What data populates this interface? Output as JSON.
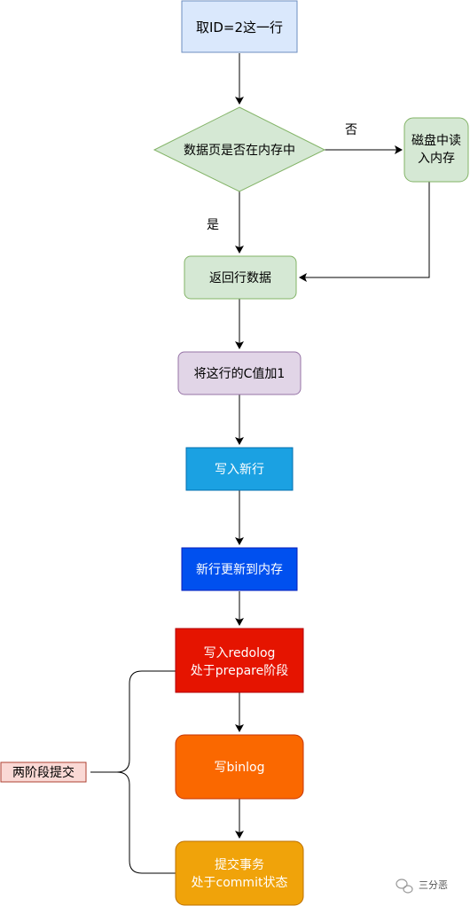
{
  "nodes": {
    "take_row": "取ID=2这一行",
    "decision": "数据页是否在内存中",
    "read_disk_line1": "磁盘中读",
    "read_disk_line2": "入内存",
    "return_row": "返回行数据",
    "add_one": "将这行的C值加1",
    "write_new_row": "写入新行",
    "update_memory": "新行更新到内存",
    "redolog_line1": "写入redolog",
    "redolog_line2": "处于prepare阶段",
    "binlog": "写binlog",
    "commit_line1": "提交事务",
    "commit_line2": "处于commit状态",
    "two_phase": "两阶段提交"
  },
  "edge_labels": {
    "no": "否",
    "yes": "是"
  },
  "watermark": {
    "text": "三分恶"
  },
  "colors": {
    "blue_box": "#dae8fc",
    "blue_border": "#6c8ebf",
    "green_box": "#d5e8d4",
    "green_border": "#82b366",
    "purple_box": "#e1d5e7",
    "purple_border": "#9673a6",
    "sky_box": "#1ba1e2",
    "sky_border": "#006eaf",
    "navy_box": "#0050ef",
    "navy_border": "#001dbc",
    "red_box": "#e51400",
    "red_border": "#b20000",
    "orange_box": "#fa6800",
    "orange_border": "#c73500",
    "amber_box": "#f0a30a",
    "amber_border": "#bd7000",
    "pink_box": "#fad9d5",
    "pink_border": "#ae4132",
    "edge": "#000000"
  }
}
